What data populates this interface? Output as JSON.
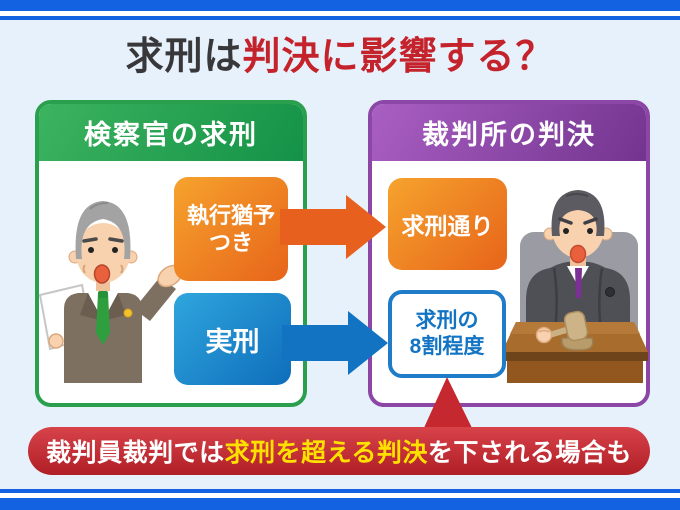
{
  "title": {
    "prefix": "求刑は",
    "highlight": "判決に影響する？"
  },
  "panels": {
    "left": {
      "header": "検察官の求刑",
      "illustration": "prosecutor-with-paper",
      "boxes": [
        {
          "label": "執行猶予\nつき"
        },
        {
          "label": "実刑"
        }
      ]
    },
    "right": {
      "header": "裁判所の判決",
      "illustration": "judge-with-gavel",
      "boxes": [
        {
          "label": "求刑通り"
        },
        {
          "label": "求刑の\n8割程度"
        }
      ]
    }
  },
  "arrows": [
    {
      "from": "執行猶予つき",
      "to": "求刑通り",
      "color": "#e7601e"
    },
    {
      "from": "実刑",
      "to": "求刑の8割程度",
      "color": "#1173c2"
    }
  ],
  "banner": {
    "seg1": "裁判員裁判では",
    "seg2": "求刑を超える判決",
    "seg3": "を下される場合も"
  },
  "colors": {
    "frame_blue": "#1262e2",
    "background": "#e7f1fb",
    "title_dark": "#38383a",
    "title_red": "#c4232b",
    "green_header": "#149247",
    "green_border": "#2aa04e",
    "purple_header": "#73348f",
    "purple_border": "#8b46a6",
    "orange_box": "#e7641a",
    "blue_box": "#0e6dbb",
    "white_box_border": "#1e7cc8",
    "white_box_text": "#1474c4",
    "banner_red": "#b01e26",
    "banner_yellow": "#ffe100"
  }
}
